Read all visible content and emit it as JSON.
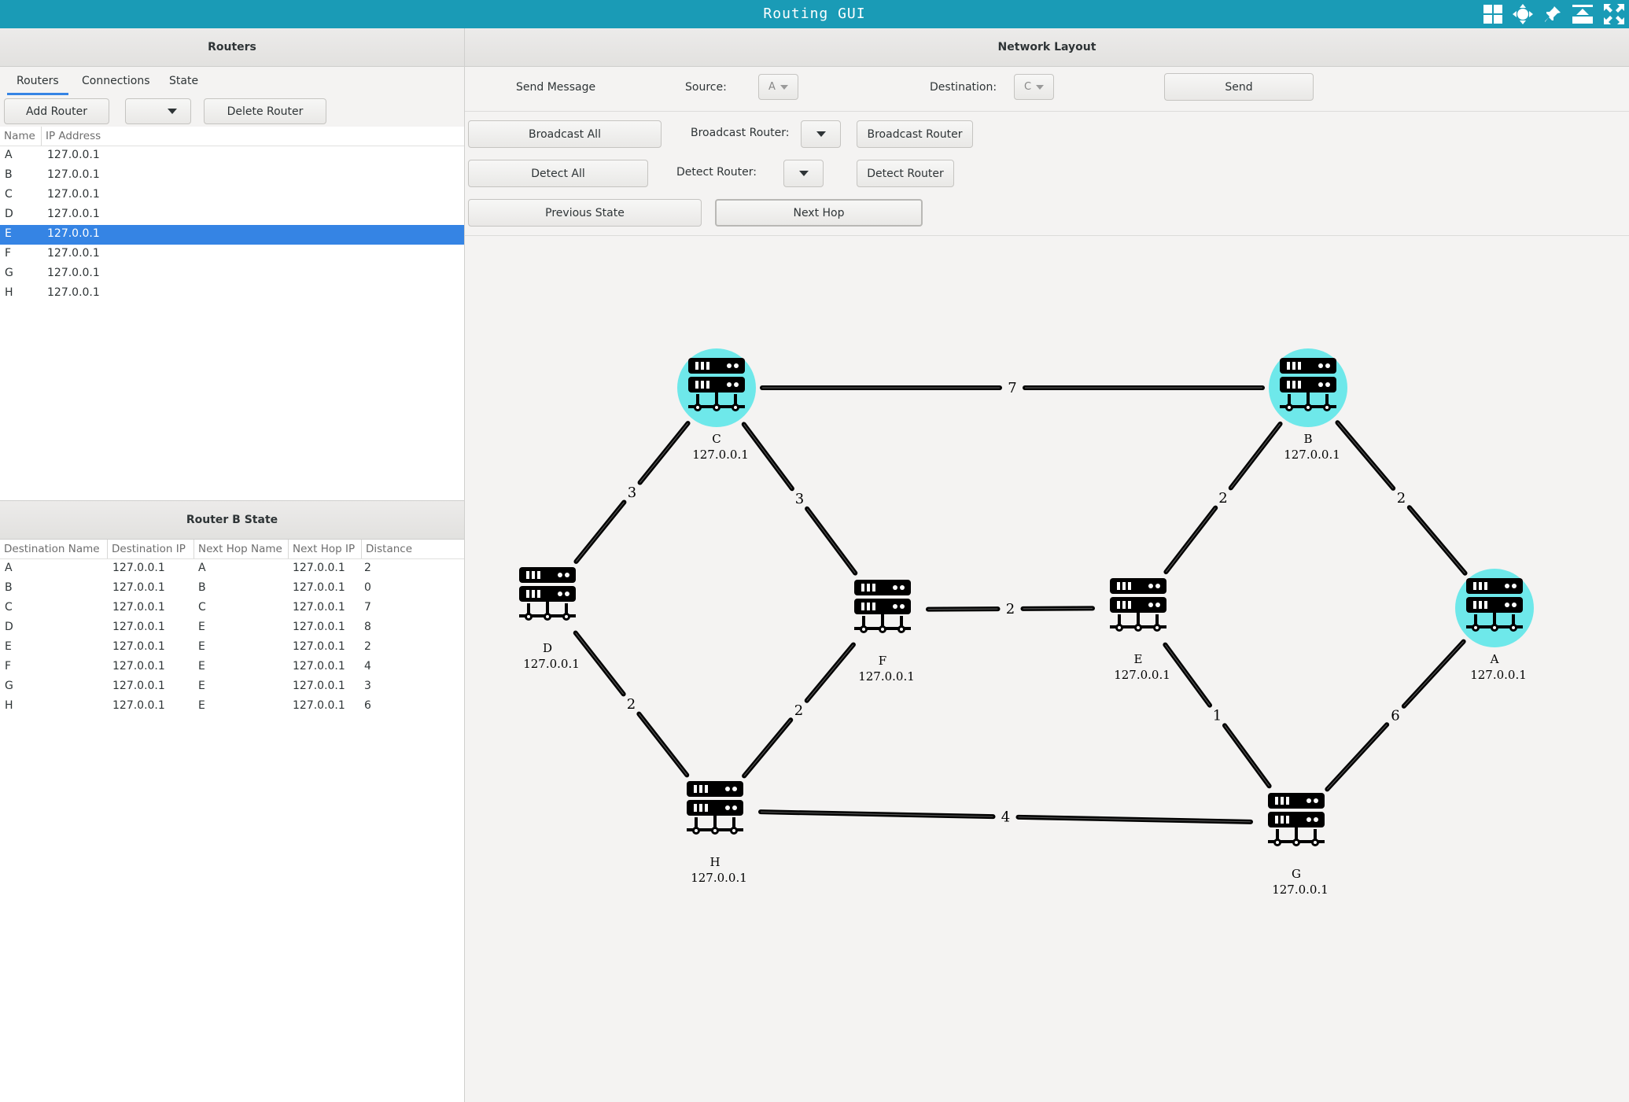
{
  "window": {
    "title": "Routing GUI"
  },
  "left_panel": {
    "header": "Routers",
    "tabs": [
      "Routers",
      "Connections",
      "State"
    ],
    "add_router_label": "Add Router",
    "delete_router_label": "Delete Router",
    "router_table": {
      "columns": [
        "Name",
        "IP Address"
      ],
      "rows": [
        {
          "name": "A",
          "ip": "127.0.0.1"
        },
        {
          "name": "B",
          "ip": "127.0.0.1"
        },
        {
          "name": "C",
          "ip": "127.0.0.1"
        },
        {
          "name": "D",
          "ip": "127.0.0.1"
        },
        {
          "name": "E",
          "ip": "127.0.0.1",
          "selected": true
        },
        {
          "name": "F",
          "ip": "127.0.0.1"
        },
        {
          "name": "G",
          "ip": "127.0.0.1"
        },
        {
          "name": "H",
          "ip": "127.0.0.1"
        }
      ]
    },
    "state_header": "Router B State",
    "state_table": {
      "columns": [
        "Destination Name",
        "Destination IP",
        "Next Hop Name",
        "Next Hop IP",
        "Distance"
      ],
      "rows": [
        [
          "A",
          "127.0.0.1",
          "A",
          "127.0.0.1",
          "2"
        ],
        [
          "B",
          "127.0.0.1",
          "B",
          "127.0.0.1",
          "0"
        ],
        [
          "C",
          "127.0.0.1",
          "C",
          "127.0.0.1",
          "7"
        ],
        [
          "D",
          "127.0.0.1",
          "E",
          "127.0.0.1",
          "8"
        ],
        [
          "E",
          "127.0.0.1",
          "E",
          "127.0.0.1",
          "2"
        ],
        [
          "F",
          "127.0.0.1",
          "E",
          "127.0.0.1",
          "4"
        ],
        [
          "G",
          "127.0.0.1",
          "E",
          "127.0.0.1",
          "3"
        ],
        [
          "H",
          "127.0.0.1",
          "E",
          "127.0.0.1",
          "6"
        ]
      ]
    }
  },
  "right_panel": {
    "header": "Network Layout",
    "send_message_label": "Send Message",
    "source_label": "Source:",
    "source_value": "A",
    "destination_label": "Destination:",
    "destination_value": "C",
    "send_label": "Send",
    "broadcast_all_label": "Broadcast All",
    "broadcast_router_label": "Broadcast Router:",
    "broadcast_router_button": "Broadcast Router",
    "detect_all_label": "Detect All",
    "detect_router_label": "Detect Router:",
    "detect_router_button": "Detect Router",
    "previous_state_label": "Previous State",
    "next_hop_label": "Next Hop"
  },
  "network": {
    "highlight_color": "#6ee8ea",
    "nodes": [
      {
        "id": "C",
        "ip": "127.0.0.1",
        "highlighted": true
      },
      {
        "id": "B",
        "ip": "127.0.0.1",
        "highlighted": true
      },
      {
        "id": "D",
        "ip": "127.0.0.1",
        "highlighted": false
      },
      {
        "id": "F",
        "ip": "127.0.0.1",
        "highlighted": false
      },
      {
        "id": "E",
        "ip": "127.0.0.1",
        "highlighted": false
      },
      {
        "id": "A",
        "ip": "127.0.0.1",
        "highlighted": true
      },
      {
        "id": "H",
        "ip": "127.0.0.1",
        "highlighted": false
      },
      {
        "id": "G",
        "ip": "127.0.0.1",
        "highlighted": false
      }
    ],
    "edges": [
      {
        "from": "C",
        "to": "B",
        "weight": "7"
      },
      {
        "from": "C",
        "to": "D",
        "weight": "3"
      },
      {
        "from": "C",
        "to": "F",
        "weight": "3"
      },
      {
        "from": "B",
        "to": "E",
        "weight": "2"
      },
      {
        "from": "B",
        "to": "A",
        "weight": "2"
      },
      {
        "from": "F",
        "to": "E",
        "weight": "2"
      },
      {
        "from": "D",
        "to": "H",
        "weight": "2"
      },
      {
        "from": "F",
        "to": "H",
        "weight": "2"
      },
      {
        "from": "E",
        "to": "G",
        "weight": "1"
      },
      {
        "from": "A",
        "to": "G",
        "weight": "6"
      },
      {
        "from": "H",
        "to": "G",
        "weight": "4"
      }
    ]
  }
}
